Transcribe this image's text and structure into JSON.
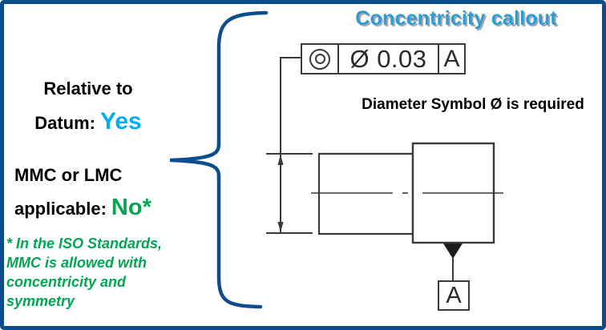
{
  "header": {
    "title": "Concentricity callout"
  },
  "left_panel": {
    "datum": {
      "line1": "Relative to",
      "label": "Datum:",
      "value": "Yes"
    },
    "material_condition": {
      "line1": "MMC or LMC",
      "label": "applicable:",
      "value": "No*"
    },
    "footnote": {
      "lines": [
        "* In the ISO Standards,",
        "MMC is allowed with",
        "concentricity and",
        "symmetry"
      ]
    }
  },
  "feature_control_frame": {
    "symbol": "concentricity",
    "tolerance": "Ø 0.03",
    "datum_ref": "A"
  },
  "annotations": {
    "diameter_note": "Diameter Symbol Ø is required"
  },
  "drawing": {
    "datum_flag": "A"
  },
  "colors": {
    "border": "#0e4d8c",
    "title": "#2e9bd5",
    "yes": "#00aeef",
    "green": "#00a651",
    "line": "#3a3a3a"
  }
}
